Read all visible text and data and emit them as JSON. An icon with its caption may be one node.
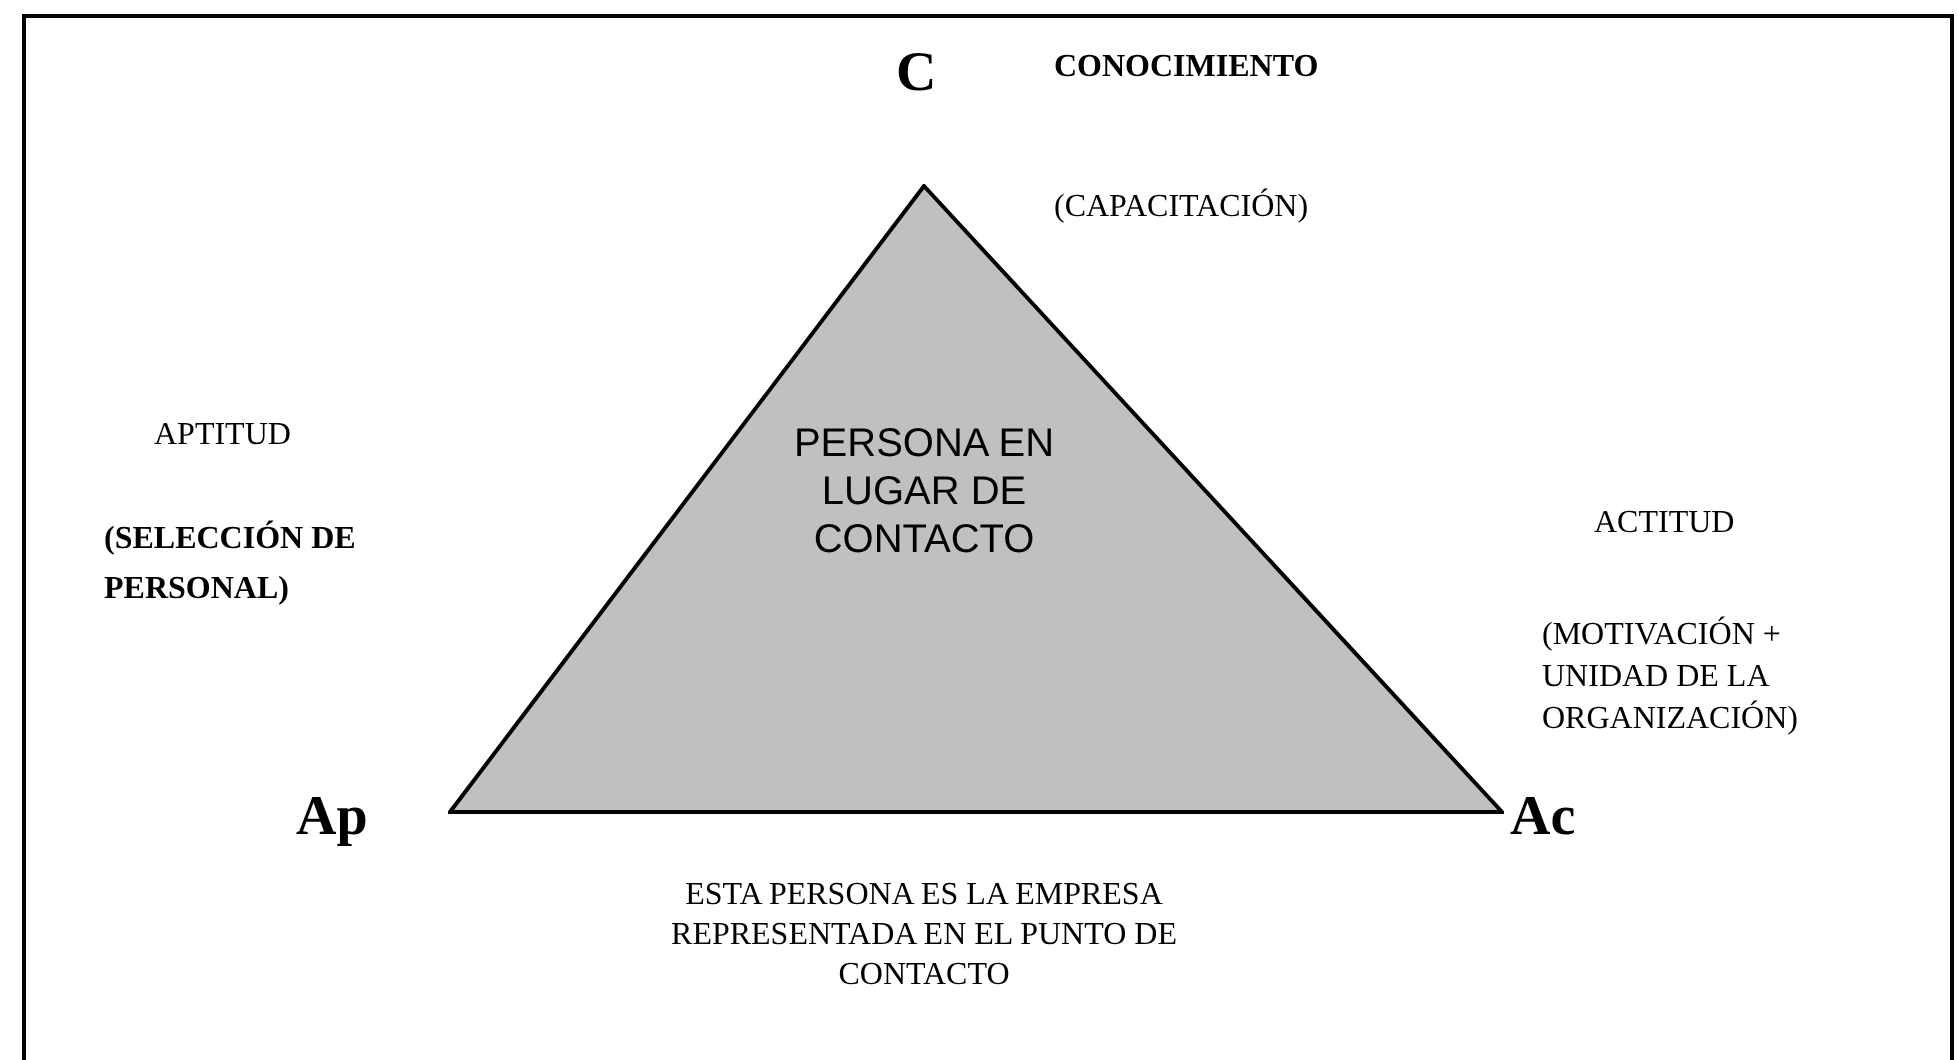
{
  "diagram": {
    "nodes": [
      {
        "text": [
          "PERSONA EN LUGAR DE CONTACTO"
        ]
      }
    ],
    "labels": [
      "C",
      "CONOCIMIENTO",
      "(CAPACITACIÓN)",
      "APTITUD",
      "(SELECCIÓN DE PERSONAL)",
      "ACTITUD",
      "(MOTIVACIÓN + UNIDAD DE LA ORGANIZACIÓN)",
      "Ap",
      "Ac",
      "ESTA PERSONA ES LA EMPRESA REPRESENTADA EN EL PUNTO DE CONTACTO"
    ]
  }
}
